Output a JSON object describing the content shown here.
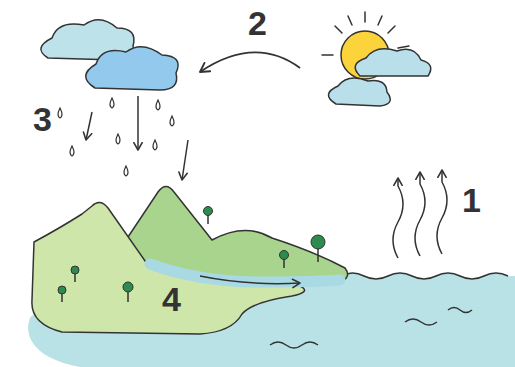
{
  "diagram": {
    "labels": [
      "2",
      "3",
      "1",
      "4"
    ]
  }
}
